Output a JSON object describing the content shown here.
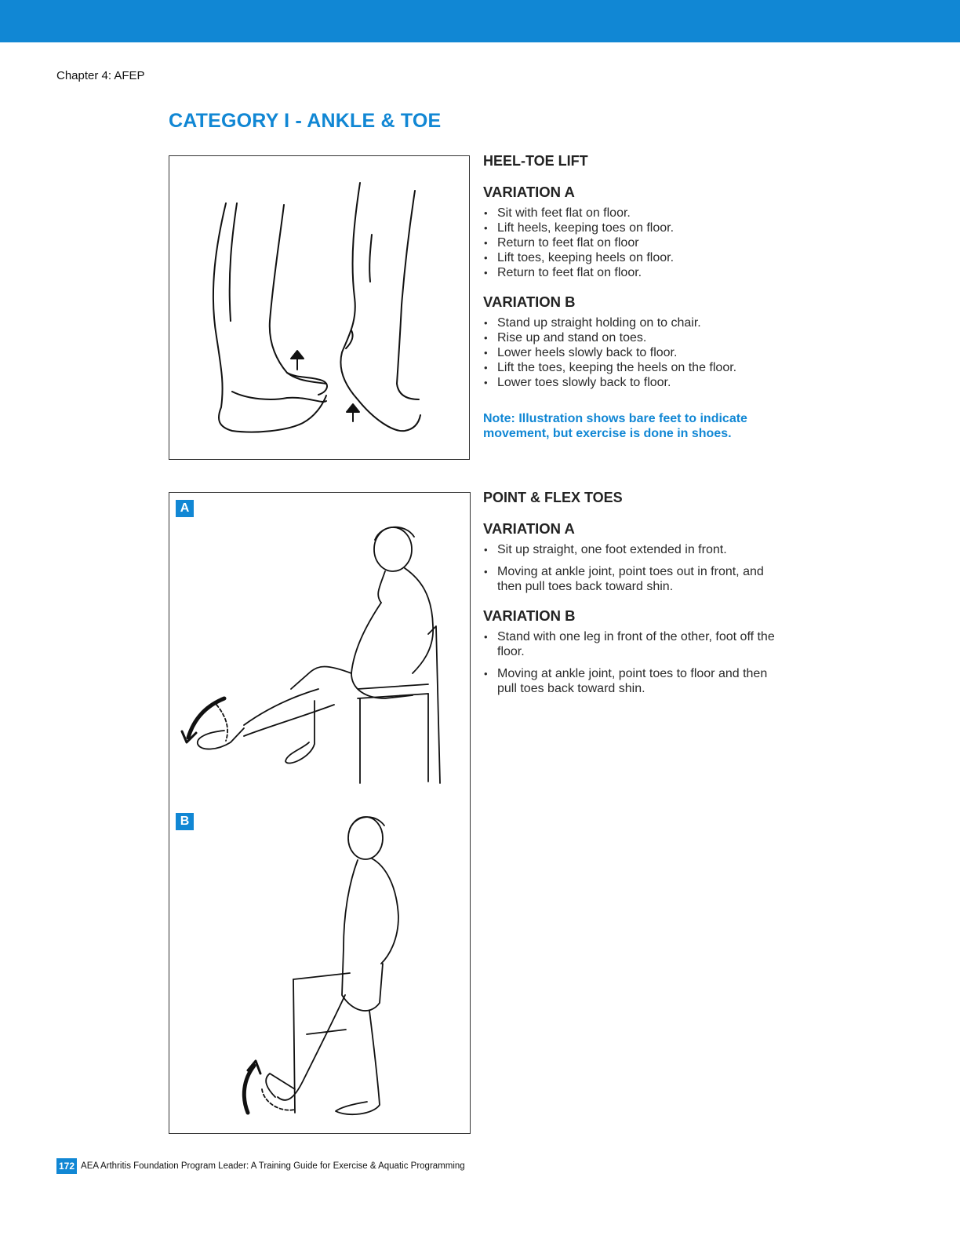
{
  "header": {
    "chapter": "Chapter 4: AFEP"
  },
  "category_title": "CATEGORY I - ANKLE & TOE",
  "colors": {
    "accent": "#1187d4",
    "text": "#222222"
  },
  "exercises": [
    {
      "title": "HEEL-TOE LIFT",
      "variations": [
        {
          "title": "VARIATION A",
          "steps": [
            "Sit with feet flat on floor.",
            "Lift heels, keeping toes on floor.",
            "Return to feet flat on floor",
            "Lift toes, keeping heels on floor.",
            "Return to feet flat on floor."
          ]
        },
        {
          "title": "VARIATION B",
          "steps": [
            "Stand up straight holding on to chair.",
            "Rise up and stand on toes.",
            "Lower heels slowly back to floor.",
            "Lift the toes, keeping the heels on the floor.",
            "Lower toes slowly back to floor."
          ]
        }
      ],
      "note": "Note: Illustration shows bare feet to indicate movement, but exercise is done in shoes.",
      "illustration": "heel-toe-lift-feet"
    },
    {
      "title": "POINT & FLEX TOES",
      "variations": [
        {
          "title": "VARIATION A",
          "steps": [
            "Sit up straight, one foot extended in front.",
            "Moving at ankle joint, point toes out in front, and then pull toes back toward shin."
          ]
        },
        {
          "title": "VARIATION B",
          "steps": [
            "Stand with one leg in front of the other, foot off the floor.",
            "Moving at ankle joint, point toes to floor and then pull toes back toward shin."
          ]
        }
      ],
      "figure_labels": [
        "A",
        "B"
      ],
      "illustration": "seated-and-standing-toe-point"
    }
  ],
  "footer": {
    "page_number": "172",
    "text": "AEA Arthritis Foundation Program Leader: A Training Guide for Exercise & Aquatic Programming"
  }
}
